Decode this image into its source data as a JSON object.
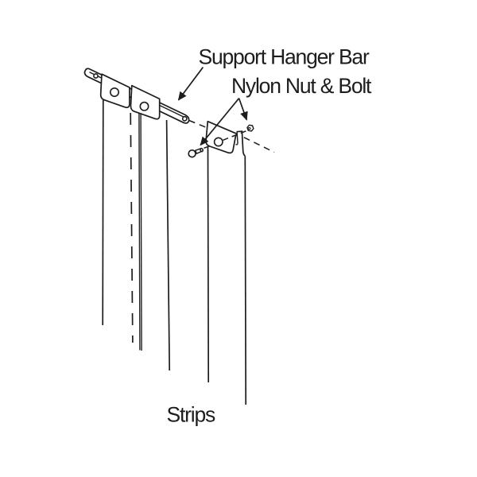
{
  "diagram": {
    "background_color": "#ffffff",
    "line_color": "#1d1d1d",
    "labels": {
      "support_hanger_bar": "Support Hanger Bar",
      "nylon_nut_bolt": "Nylon Nut & Bolt",
      "strips": "Strips"
    }
  }
}
